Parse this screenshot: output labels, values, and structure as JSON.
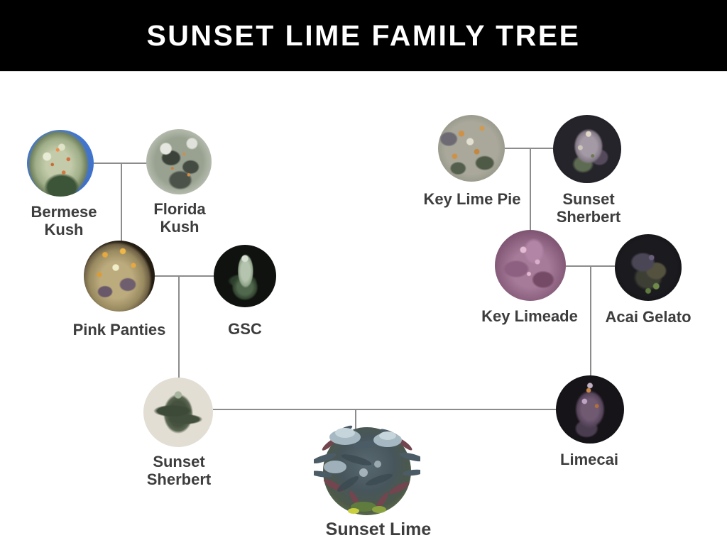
{
  "header": {
    "title": "SUNSET LIME FAMILY TREE"
  },
  "colors": {
    "header_bg": "#000000",
    "header_text": "#ffffff",
    "canvas_bg": "#ffffff",
    "connector_line": "#8c8c8c",
    "label_text": "#3d3d3d"
  },
  "tree": {
    "nodes": {
      "bermese_kush": {
        "label": "Bermese Kush",
        "image": "bud-photo-blue-background"
      },
      "florida_kush": {
        "label": "Florida Kush",
        "image": "frosty-gray-green-bud-photo"
      },
      "pink_panties": {
        "label": "Pink Panties",
        "image": "golden-bud-orange-pistils-photo"
      },
      "gsc": {
        "label": "GSC",
        "image": "green-bud-black-background-photo"
      },
      "key_lime_pie": {
        "label": "Key Lime Pie",
        "image": "frosty-bud-orange-patches-photo"
      },
      "sunset_sherbert_top": {
        "label": "Sunset Sherbert",
        "image": "purple-frosty-bud-dark-background-photo"
      },
      "key_limeade": {
        "label": "Key Limeade",
        "image": "pink-purple-plant-photo"
      },
      "acai_gelato": {
        "label": "Acai Gelato",
        "image": "dark-purple-plant-photo"
      },
      "sunset_sherbert_bottom": {
        "label": "Sunset Sherbert",
        "image": "dark-green-spiky-plant-photo"
      },
      "limecai": {
        "label": "Limecai",
        "image": "purple-bud-black-background-photo"
      },
      "sunset_lime": {
        "label": "Sunset Lime",
        "image": "full-plant-cutout-photo"
      }
    },
    "crosses": [
      {
        "parents": [
          "Bermese Kush",
          "Florida Kush"
        ],
        "child": "Pink Panties"
      },
      {
        "parents": [
          "Pink Panties",
          "GSC"
        ],
        "child": "Sunset Sherbert"
      },
      {
        "parents": [
          "Key Lime Pie",
          "Sunset Sherbert"
        ],
        "child": "Key Limeade"
      },
      {
        "parents": [
          "Key Limeade",
          "Acai Gelato"
        ],
        "child": "Limecai"
      },
      {
        "parents": [
          "Sunset Sherbert",
          "Limecai"
        ],
        "child": "Sunset Lime"
      }
    ]
  }
}
